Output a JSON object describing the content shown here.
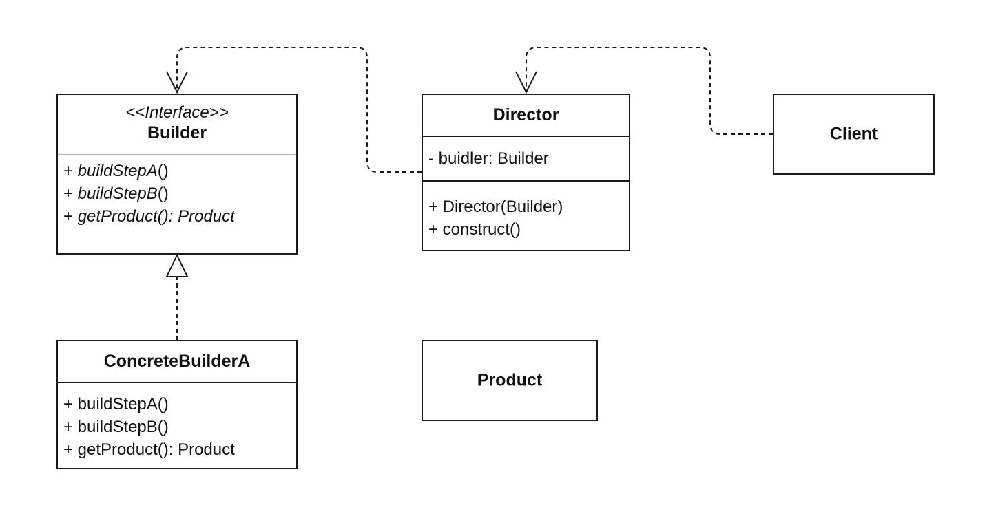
{
  "classes": {
    "builder": {
      "stereotype": "<<Interface>>",
      "name": "Builder",
      "methods": [
        {
          "prefix": "+ ",
          "name": "buildStepA",
          "suffix": "()"
        },
        {
          "prefix": "+ ",
          "name": "buildStepB",
          "suffix": "()"
        },
        {
          "prefix": "+ ",
          "name": "getProduct(): Product",
          "suffix": ""
        }
      ]
    },
    "director": {
      "name": "Director",
      "attributes": [
        "- buidler: Builder"
      ],
      "methods": [
        "+ Director(Builder)",
        "+ construct()"
      ]
    },
    "client": {
      "name": "Client"
    },
    "concrete_builder_a": {
      "name": "ConcreteBuilderA",
      "methods": [
        "+ buildStepA()",
        "+ buildStepB()",
        "+ getProduct(): Product"
      ]
    },
    "product": {
      "name": "Product"
    }
  },
  "relations": [
    {
      "from": "Director",
      "to": "Builder",
      "type": "dependency"
    },
    {
      "from": "Client",
      "to": "Director",
      "type": "dependency"
    },
    {
      "from": "ConcreteBuilderA",
      "to": "Builder",
      "type": "realization"
    }
  ],
  "colors": {
    "line": "#1a1a1a",
    "divider_light": "#b5b5b5",
    "background": "#ffffff"
  }
}
